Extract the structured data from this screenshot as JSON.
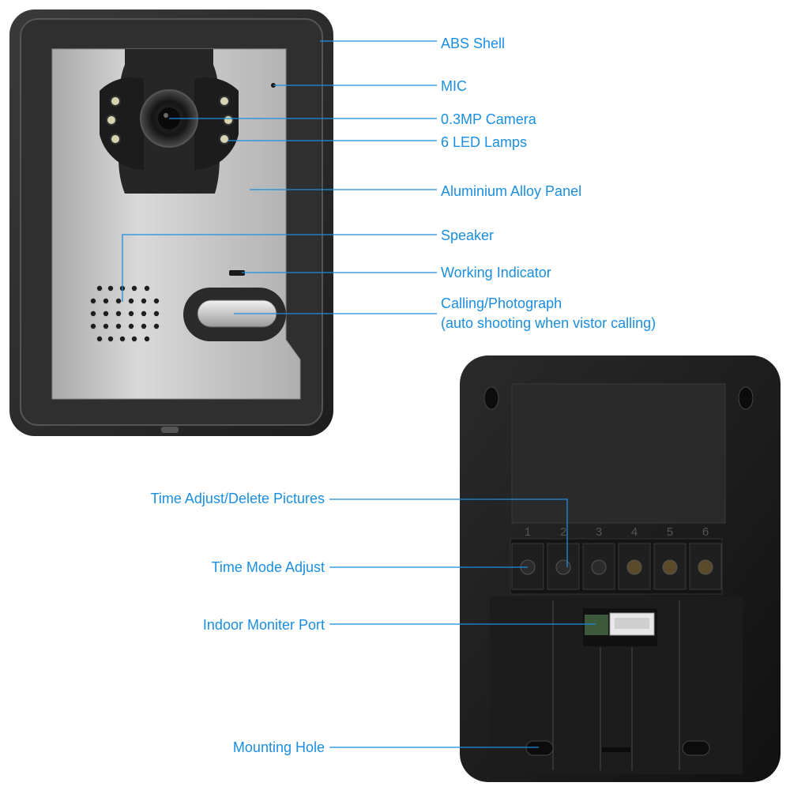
{
  "colors": {
    "accent": "#1a8ee0",
    "label_text": "#1a8ee0",
    "shell": "#2b2b2b",
    "panel": "#c8c8c8"
  },
  "front_labels": [
    {
      "text": "ABS Shell"
    },
    {
      "text": "MIC"
    },
    {
      "text": "0.3MP Camera"
    },
    {
      "text": "6 LED Lamps"
    },
    {
      "text": "Aluminium Alloy Panel"
    },
    {
      "text": "Speaker"
    },
    {
      "text": "Working Indicator"
    },
    {
      "text": "Calling/Photograph"
    },
    {
      "text": "(auto shooting when vistor calling)"
    }
  ],
  "back_labels": [
    {
      "text": "Time Adjust/Delete Pictures"
    },
    {
      "text": "Time Mode Adjust"
    },
    {
      "text": "Indoor Moniter Port"
    },
    {
      "text": "Mounting Hole"
    }
  ],
  "terminals": [
    "1",
    "2",
    "3",
    "4",
    "5",
    "6"
  ]
}
